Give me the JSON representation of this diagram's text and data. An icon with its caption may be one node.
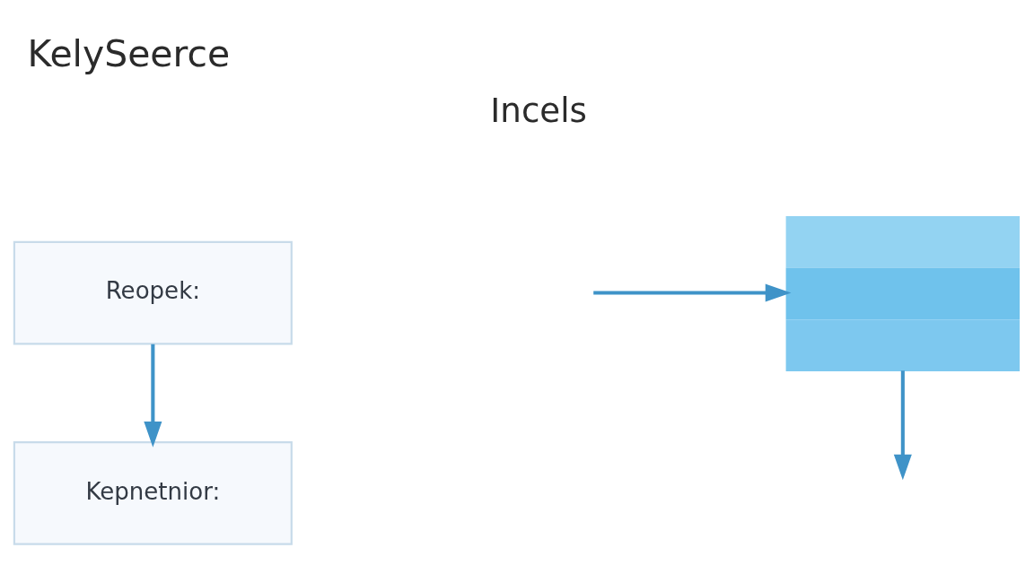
{
  "diagram": {
    "title": "KelySeerce",
    "nodes": [
      {
        "text": [
          "Reopek:"
        ]
      },
      {
        "text": [
          "Kepnetnior:"
        ]
      },
      {
        "text": [],
        "shape": "box"
      }
    ],
    "edges": [
      {
        "from": 0,
        "to": 1,
        "arrow": "to"
      },
      {
        "from": null,
        "to": 2,
        "arrow": "to"
      },
      {
        "from": 2,
        "to": null,
        "arrow": "to"
      }
    ],
    "labels": [
      "Incels"
    ]
  }
}
